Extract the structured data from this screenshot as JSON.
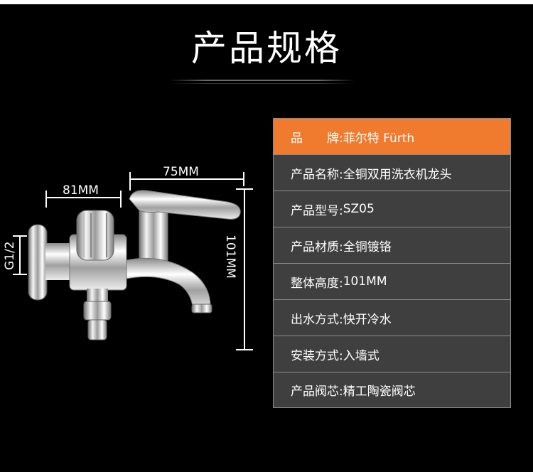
{
  "page": {
    "title": "产品规格"
  },
  "dimensions": {
    "width_total": "75MM",
    "width_body": "81MM",
    "height": "101MM",
    "thread": "G1/2"
  },
  "specs": [
    {
      "label": "品　　牌:",
      "value": "菲尔特 Fürth"
    },
    {
      "label": "产品名称:",
      "value": "全铜双用洗衣机龙头"
    },
    {
      "label": "产品型号:",
      "value": "SZ05"
    },
    {
      "label": "产品材质:",
      "value": "全铜镀铬"
    },
    {
      "label": "整体高度:",
      "value": "101MM"
    },
    {
      "label": "出水方式:",
      "value": "快开冷水"
    },
    {
      "label": "安装方式:",
      "value": "入墙式"
    },
    {
      "label": "产品阀芯:",
      "value": "精工陶瓷阀芯"
    }
  ],
  "colors": {
    "highlight": "#f07a2d",
    "row_bg": "#3f3f3f",
    "border": "#8a8a8a",
    "background": "#000000"
  }
}
